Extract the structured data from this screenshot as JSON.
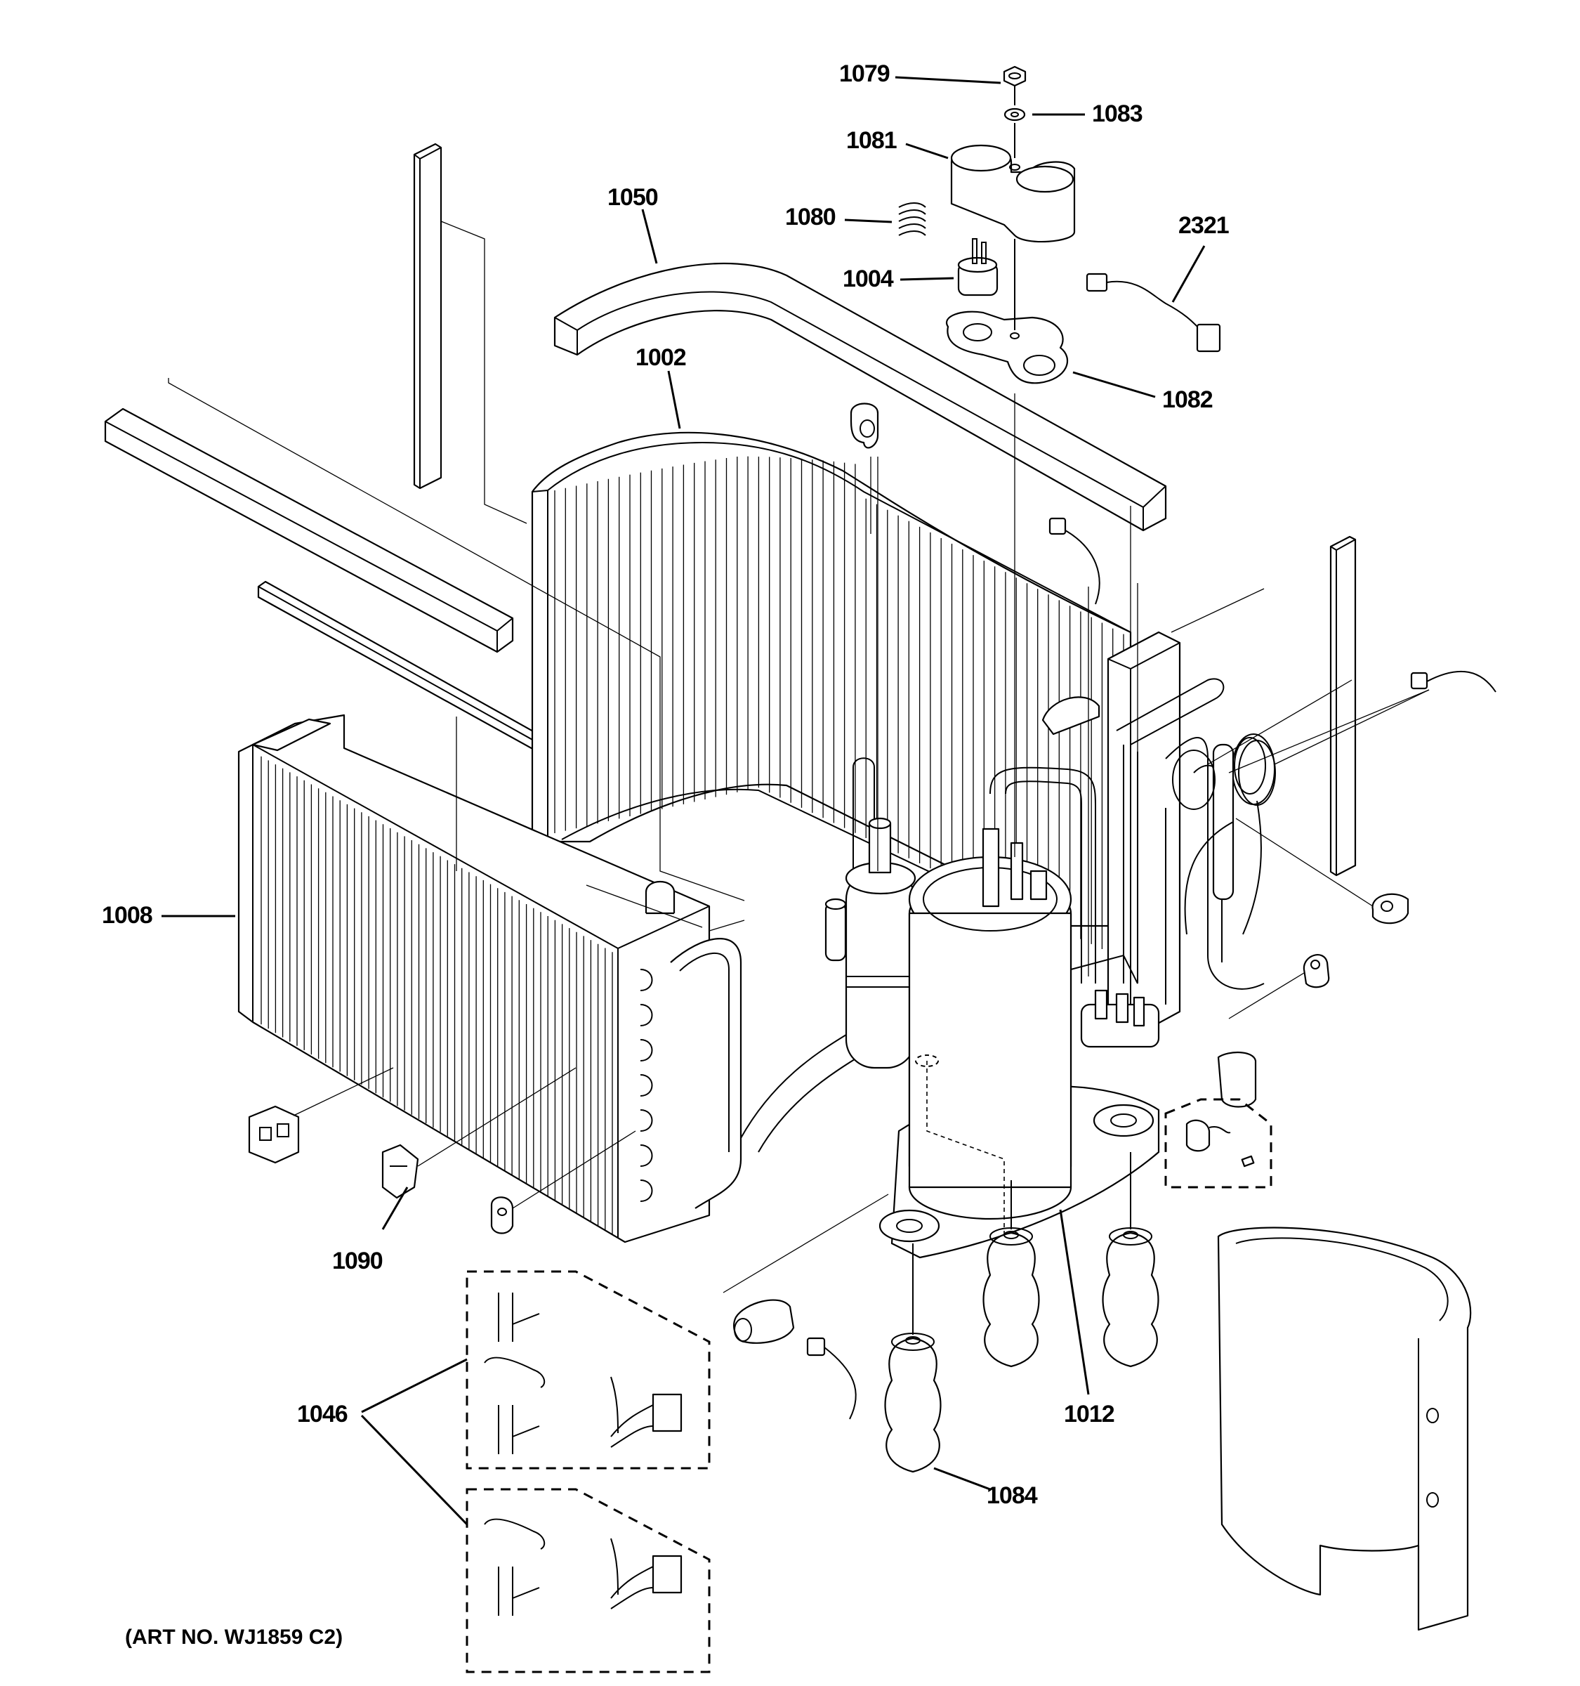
{
  "callouts": {
    "c1079": "1079",
    "c1083": "1083",
    "c1081": "1081",
    "c1050": "1050",
    "c1080": "1080",
    "c2321": "2321",
    "c1004": "1004",
    "c1002": "1002",
    "c1082": "1082",
    "c1008": "1008",
    "c1090": "1090",
    "c1046": "1046",
    "c1012": "1012",
    "c1084": "1084"
  },
  "art_number": "(ART NO. WJ1859 C2)"
}
